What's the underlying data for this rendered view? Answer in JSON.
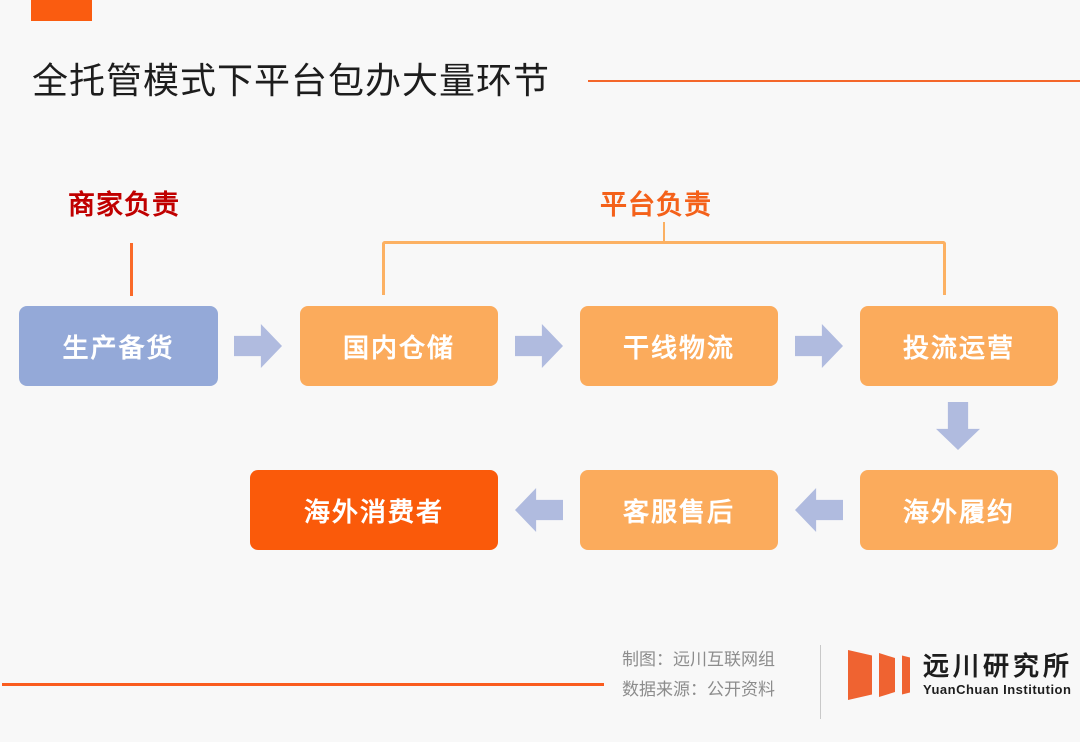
{
  "slide": {
    "background_color": "#f8f8f8",
    "accent_color": "#fa5c10",
    "title": "全托管模式下平台包办大量环节"
  },
  "sections": {
    "merchant": {
      "label": "商家负责",
      "color": "#c00000"
    },
    "platform": {
      "label": "平台负责",
      "color": "#f4611a"
    }
  },
  "flow": {
    "row1": [
      {
        "label": "生产备货",
        "owner": "merchant",
        "color": "#94a9d8"
      },
      {
        "label": "国内仓储",
        "owner": "platform",
        "color": "#fbab5c"
      },
      {
        "label": "干线物流",
        "owner": "platform",
        "color": "#fbab5c"
      },
      {
        "label": "投流运营",
        "owner": "platform",
        "color": "#fbab5c"
      }
    ],
    "row2": [
      {
        "label": "海外履约",
        "owner": "platform",
        "color": "#fbab5c"
      },
      {
        "label": "客服售后",
        "owner": "platform",
        "color": "#fbab5c"
      },
      {
        "label": "海外消费者",
        "owner": "end",
        "color": "#fa5a0a"
      }
    ],
    "arrow_color": "#b0bbdf"
  },
  "footer": {
    "credit_line1": "制图：远川互联网组",
    "credit_line2": "数据来源：公开资料",
    "brand_cn": "远川研究所",
    "brand_en": "YuanChuan Institution",
    "rule_color": "#fa5c1e"
  }
}
